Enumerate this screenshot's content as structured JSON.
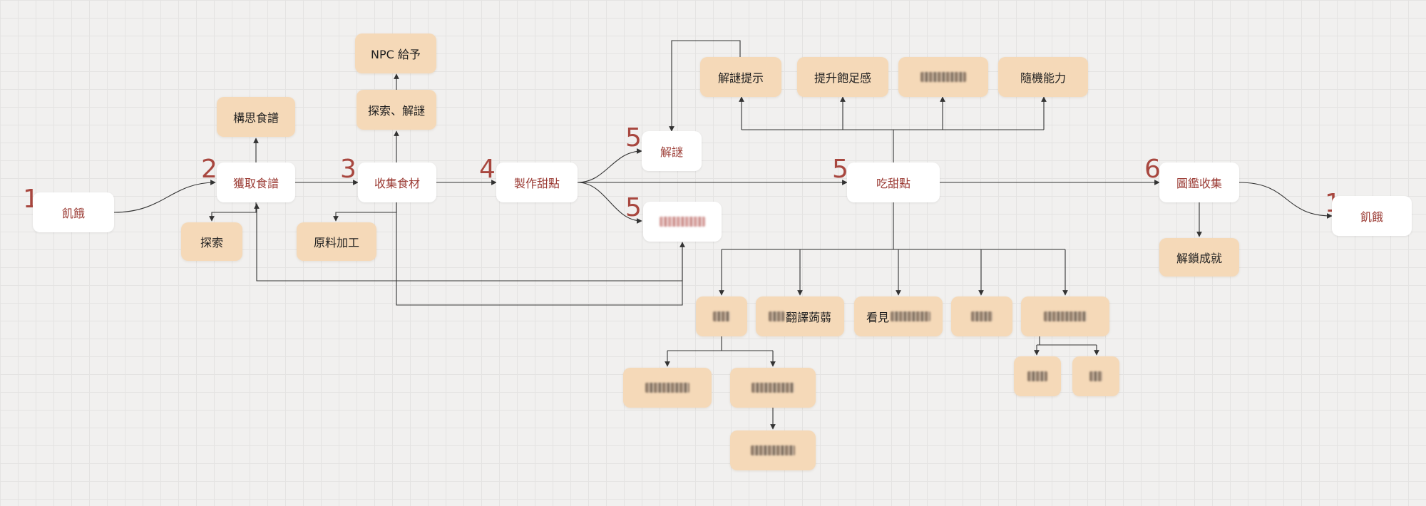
{
  "steps": {
    "hunger_left": "1",
    "get_recipe": "2",
    "collect": "3",
    "make": "4",
    "puzzle": "5",
    "blurred_branch": "5",
    "eat": "5",
    "collection": "6",
    "hunger_right": "1"
  },
  "main_nodes": {
    "hunger_left": "飢餓",
    "get_recipe": "獲取食譜",
    "collect": "收集食材",
    "make": "製作甜點",
    "puzzle": "解謎",
    "eat": "吃甜點",
    "collection": "圖鑑收集",
    "hunger_right": "飢餓"
  },
  "sub_nodes": {
    "explore": "探索",
    "think_recipe": "構思食譜",
    "explore_puzzle": "探索、解謎",
    "npc_give": "NPC 給予",
    "raw_processing": "原料加工",
    "puzzle_hint": "解謎提示",
    "satiety": "提升飽足感",
    "random_ability": "隨機能力",
    "unlock_achievement": "解鎖成就",
    "translate_prefix": "翻譯蒟蒻",
    "see_prefix": "看見"
  },
  "colors": {
    "main_bg": "#ffffff",
    "main_text": "#9b3b34",
    "sub_bg": "#f5d9b8",
    "step_number": "#a8473f",
    "edge": "#333333"
  }
}
